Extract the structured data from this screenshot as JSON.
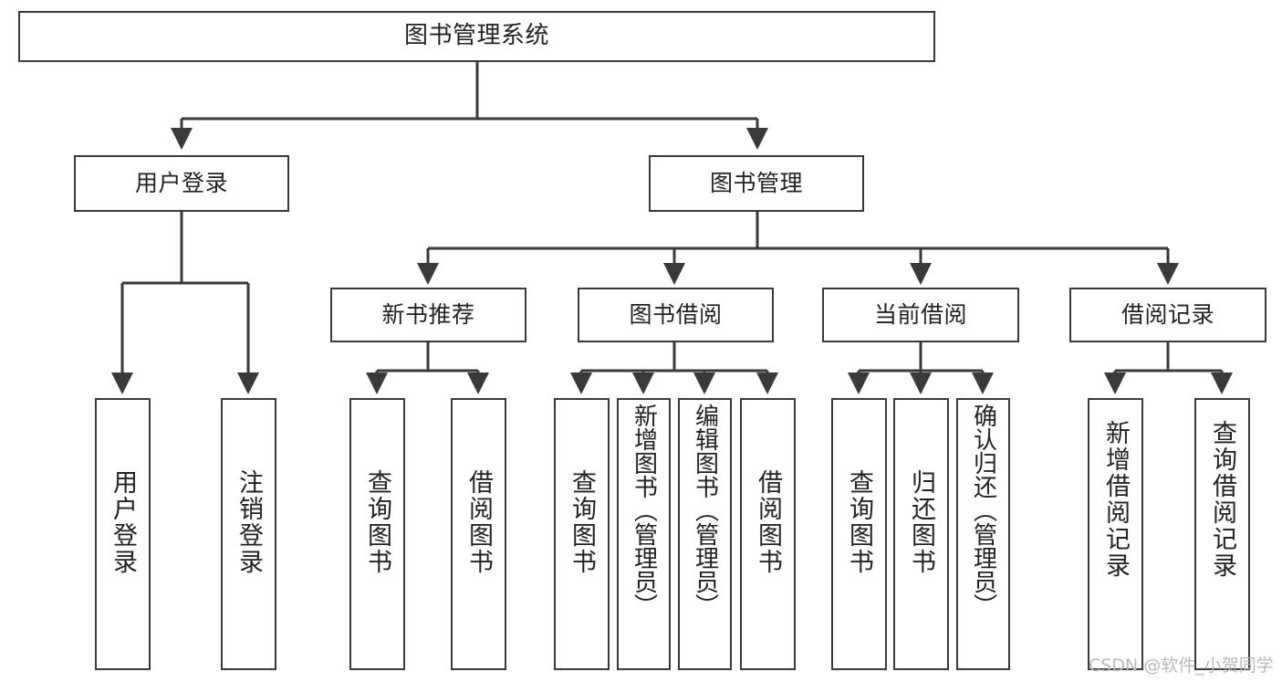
{
  "diagram": {
    "title": "图书管理系统",
    "type": "functional-decomposition-tree",
    "root": {
      "label": "图书管理系统"
    },
    "level1": [
      {
        "label": "用户登录"
      },
      {
        "label": "图书管理"
      }
    ],
    "level2": [
      {
        "label": "新书推荐"
      },
      {
        "label": "图书借阅"
      },
      {
        "label": "当前借阅"
      },
      {
        "label": "借阅记录"
      }
    ],
    "leaves": {
      "user_login": [
        {
          "label": "用户登录"
        },
        {
          "label": "注销登录"
        }
      ],
      "new_book_recommend": [
        {
          "label": "查询图书"
        },
        {
          "label": "借阅图书"
        }
      ],
      "book_borrow": [
        {
          "label": "查询图书"
        },
        {
          "label": "新增图书（管理员）"
        },
        {
          "label": "编辑图书（管理员）"
        },
        {
          "label": "借阅图书"
        }
      ],
      "current_borrow": [
        {
          "label": "查询图书"
        },
        {
          "label": "归还图书"
        },
        {
          "label": "确认归还（管理员）"
        }
      ],
      "borrow_record": [
        {
          "label": "新增借阅记录"
        },
        {
          "label": "查询借阅记录"
        }
      ]
    }
  },
  "watermark": {
    "text": "CSDN @软件_小贺同学"
  },
  "colors": {
    "border": "#3a3a3a",
    "background": "#ffffff",
    "text": "#222222",
    "watermark": "#b9b9b9"
  }
}
